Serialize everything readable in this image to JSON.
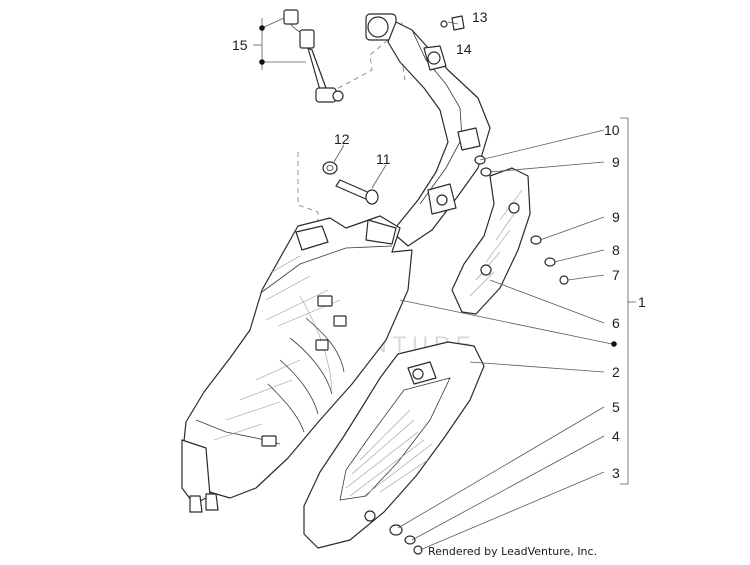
{
  "diagram": {
    "callouts": {
      "c1": "1",
      "c2": "2",
      "c3": "3",
      "c4": "4",
      "c5": "5",
      "c6": "6",
      "c7": "7",
      "c8": "8",
      "c9a": "9",
      "c9b": "9",
      "c10": "10",
      "c11": "11",
      "c12": "12",
      "c13": "13",
      "c14": "14",
      "c15": "15"
    },
    "watermark": "LEADVENTURE",
    "footer": "Rendered by LeadVenture, Inc."
  }
}
